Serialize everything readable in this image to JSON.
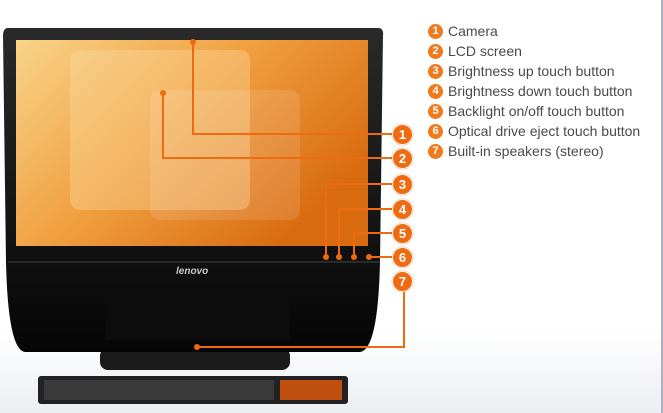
{
  "legend": [
    {
      "num": "1",
      "label": "Camera"
    },
    {
      "num": "2",
      "label": "LCD screen"
    },
    {
      "num": "3",
      "label": "Brightness up touch button"
    },
    {
      "num": "4",
      "label": "Brightness down touch button"
    },
    {
      "num": "5",
      "label": "Backlight on/off touch button"
    },
    {
      "num": "6",
      "label": "Optical drive eject touch button"
    },
    {
      "num": "7",
      "label": "Built-in speakers (stereo)"
    }
  ],
  "brand": "lenovo",
  "colors": {
    "accent": "#ee6b12",
    "bezel": "#111111"
  }
}
